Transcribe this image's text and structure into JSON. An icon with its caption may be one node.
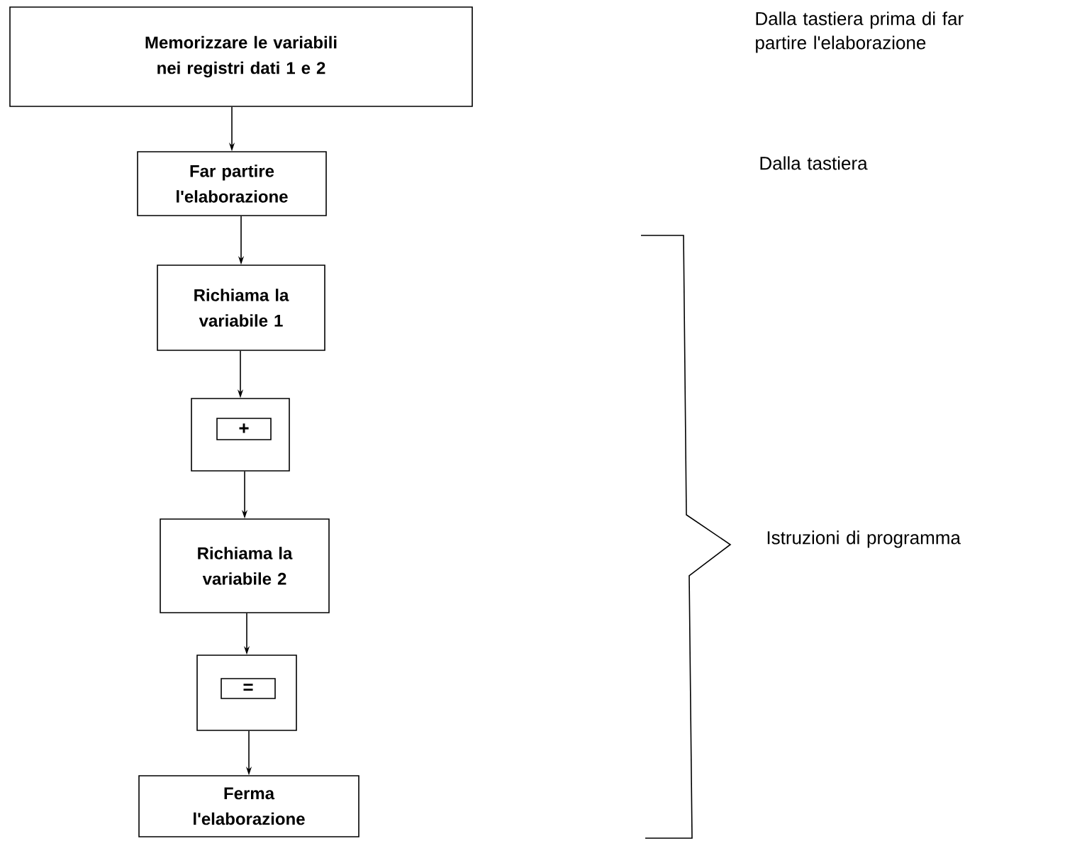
{
  "diagram": {
    "nodes": [
      {
        "text": [
          "Memorizzare le variabili nei registri dati 1 e 2"
        ]
      },
      {
        "text": [
          "Far partire l'elaborazione"
        ]
      },
      {
        "text": [
          "Richiama la variabile 1"
        ]
      },
      {
        "text": [],
        "shape": "box"
      },
      {
        "text": [
          "+"
        ],
        "in": 3
      },
      {
        "text": [
          "Richiama la variabile 2"
        ]
      },
      {
        "text": [],
        "shape": "box"
      },
      {
        "text": [
          "="
        ],
        "in": 6
      },
      {
        "text": [
          "Ferma l'elaborazione"
        ]
      }
    ],
    "edges": [
      {
        "from": 0,
        "to": 1,
        "arrow": "to"
      },
      {
        "from": 1,
        "to": 2,
        "arrow": "to"
      },
      {
        "from": 2,
        "to": 3,
        "arrow": "to"
      },
      {
        "from": 3,
        "to": 5,
        "arrow": "to"
      },
      {
        "from": 5,
        "to": 6,
        "arrow": "to"
      },
      {
        "from": 6,
        "to": 8,
        "arrow": "to"
      }
    ],
    "labels": [
      "Dalla tastiera prima di far partire l'elaborazione",
      "Dalla tastiera",
      "Istruzioni di programma"
    ]
  }
}
